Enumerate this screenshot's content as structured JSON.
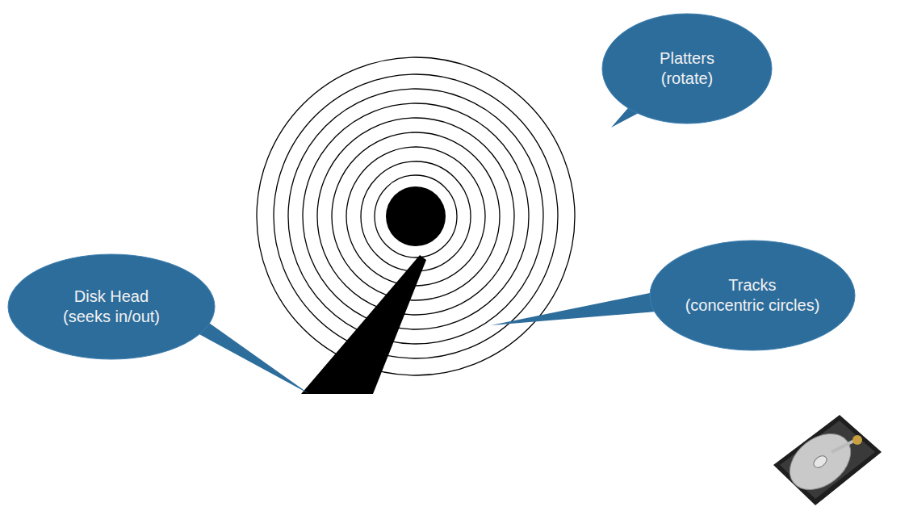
{
  "diagram": {
    "nodes": [
      {
        "text": [
          "Platters",
          "(rotate)"
        ]
      },
      {
        "text": [
          "Tracks",
          "(concentric circles)"
        ]
      },
      {
        "text": [
          "Disk Head",
          "(seeks in/out)"
        ]
      }
    ]
  }
}
